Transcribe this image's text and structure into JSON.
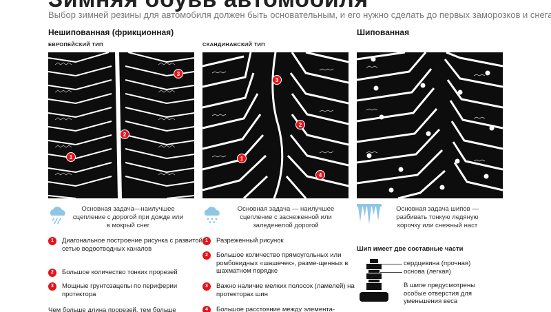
{
  "header": {
    "title": "Зимняя обувь автомобиля",
    "subtitle": "Выбор зимней резины для автомобиля должен быть основательным, и его нужно сделать до первых заморозков и снега"
  },
  "columns": [
    {
      "heading": "Нешипованная (фрикционная)",
      "subheading": "ЕВРОПЕЙСКИЙ ТИП",
      "icon": "rain-cloud-icon",
      "task": "Основная задача—наилучшее сцепление с дорогой при дожде или в мокрый снег",
      "markers": [
        "1",
        "2",
        "3"
      ],
      "features": [
        {
          "num": "1",
          "text": "Диагональное построение рисунка с развитой сетью водоотводных каналов"
        },
        {
          "num": "2",
          "text": "Большое количество тонких прорезей"
        },
        {
          "num": "3",
          "text": "Мощные грунтозацепы по периферии протектора"
        }
      ],
      "note": "Чем больше длина прорезей, тем больше"
    },
    {
      "heading": "",
      "subheading": "СКАНДИНАВСКИЙ ТИП",
      "icon": "snow-cloud-icon",
      "task": "Основная задача — наилучшее сцепление с заснеженной или заледенелой дорогой",
      "markers": [
        "1",
        "2",
        "3",
        "4"
      ],
      "features": [
        {
          "num": "1",
          "text": "Разреженный рисунок"
        },
        {
          "num": "2",
          "text": "Большое количество прямоугольных или ромбовидных «шашечек», разме-щенных в шахматном порядке"
        },
        {
          "num": "3",
          "text": "Важно наличие мелких полосок (ламелей) на протекторах шин"
        },
        {
          "num": "4",
          "text": "Большое расстояние между элемента-"
        }
      ]
    },
    {
      "heading": "Шипованная",
      "subheading": "",
      "icon": "icicles-icon",
      "task": "Основная задача шипов — разбивать тонкую ледяную корочку или снежный наст",
      "stud": {
        "heading": "Шип имеет две составные части",
        "core": "сердцевина (прочная)",
        "base": "основа (легкая)",
        "note": "В шипе предусмотрены особые отверстия для уменьшения веса"
      }
    }
  ],
  "colors": {
    "accent": "#e3141b",
    "tread": "#0d0d0d",
    "icon_blue": "#8fc6e6"
  }
}
